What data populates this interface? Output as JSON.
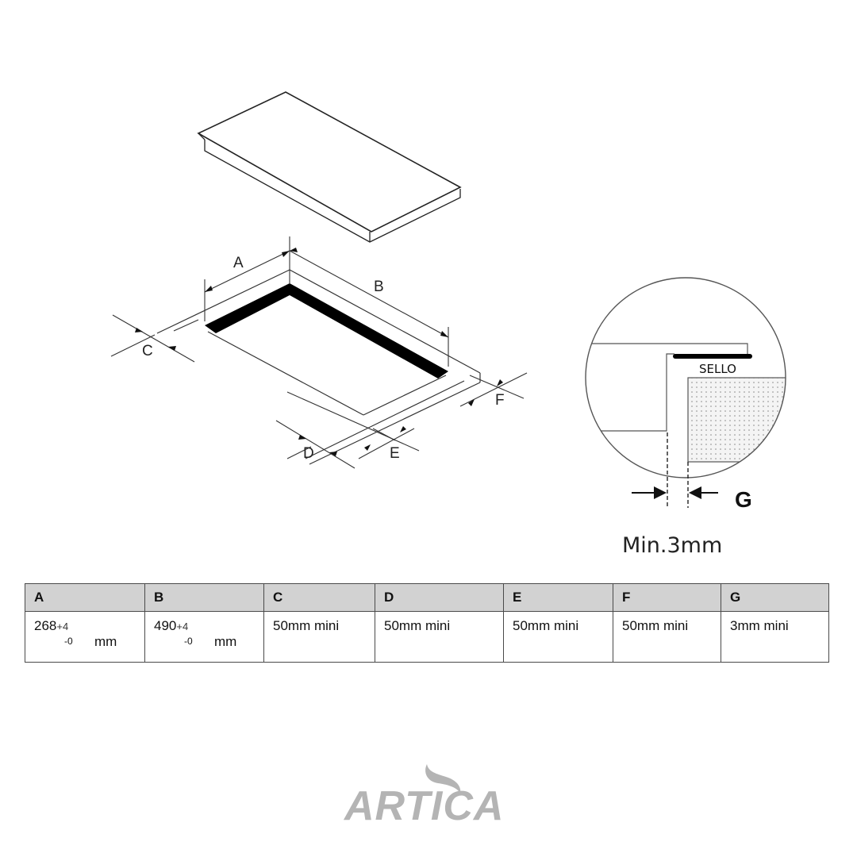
{
  "diagram": {
    "dimension_labels": [
      "A",
      "B",
      "C",
      "D",
      "E",
      "F"
    ],
    "detail": {
      "seal_label": "SELLO",
      "gap_label": "G",
      "gap_caption": "Min.3mm"
    }
  },
  "table": {
    "headers": [
      "A",
      "B",
      "C",
      "D",
      "E",
      "F",
      "G"
    ],
    "values": {
      "A": {
        "main": "268",
        "plus": "+4",
        "minus": "-0",
        "unit": "mm"
      },
      "B": {
        "main": "490",
        "plus": "+4",
        "minus": "-0",
        "unit": "mm"
      },
      "C": "50mm mini",
      "D": "50mm mini",
      "E": "50mm mini",
      "F": "50mm mini",
      "G": "3mm mini"
    }
  },
  "brand": {
    "name": "ARTICA",
    "color": "#b4b4b4"
  }
}
